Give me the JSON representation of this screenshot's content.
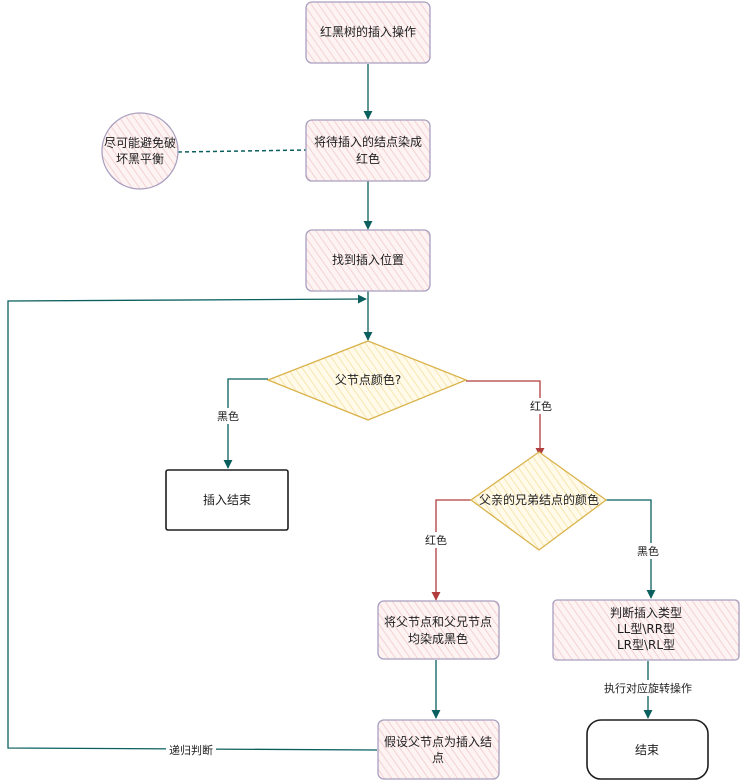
{
  "colors": {
    "node_fill": "#fbeaea",
    "node_stroke": "#a99fbf",
    "diamond_fill": "#fff6d6",
    "diamond_stroke": "#d9b24a",
    "teal": "#0b5f5f",
    "red": "#b13c3c",
    "dark": "#1e1e1e"
  },
  "nodes": {
    "start": [
      "红黑树的插入操作"
    ],
    "paint_red": [
      "将待插入的结点染成",
      "红色"
    ],
    "note": [
      "尽可能避免破",
      "坏黑平衡"
    ],
    "find_pos": [
      "找到插入位置"
    ],
    "parent_color": [
      "父节点颜色?"
    ],
    "insert_end": [
      "插入结束"
    ],
    "uncle_color": [
      "父亲的兄弟结点的颜色"
    ],
    "recolor": [
      "将父节点和父兄节点",
      "均染成黑色"
    ],
    "assume_parent": [
      "假设父节点为插入结",
      "点"
    ],
    "judge_type": [
      "判断插入类型",
      "LL型\\RR型",
      "LR型\\RL型"
    ],
    "end": [
      "结束"
    ]
  },
  "edge_labels": {
    "black1": "黑色",
    "red1": "红色",
    "red2": "红色",
    "black2": "黑色",
    "rotate": "执行对应旋转操作",
    "recursive": "递归判断"
  }
}
